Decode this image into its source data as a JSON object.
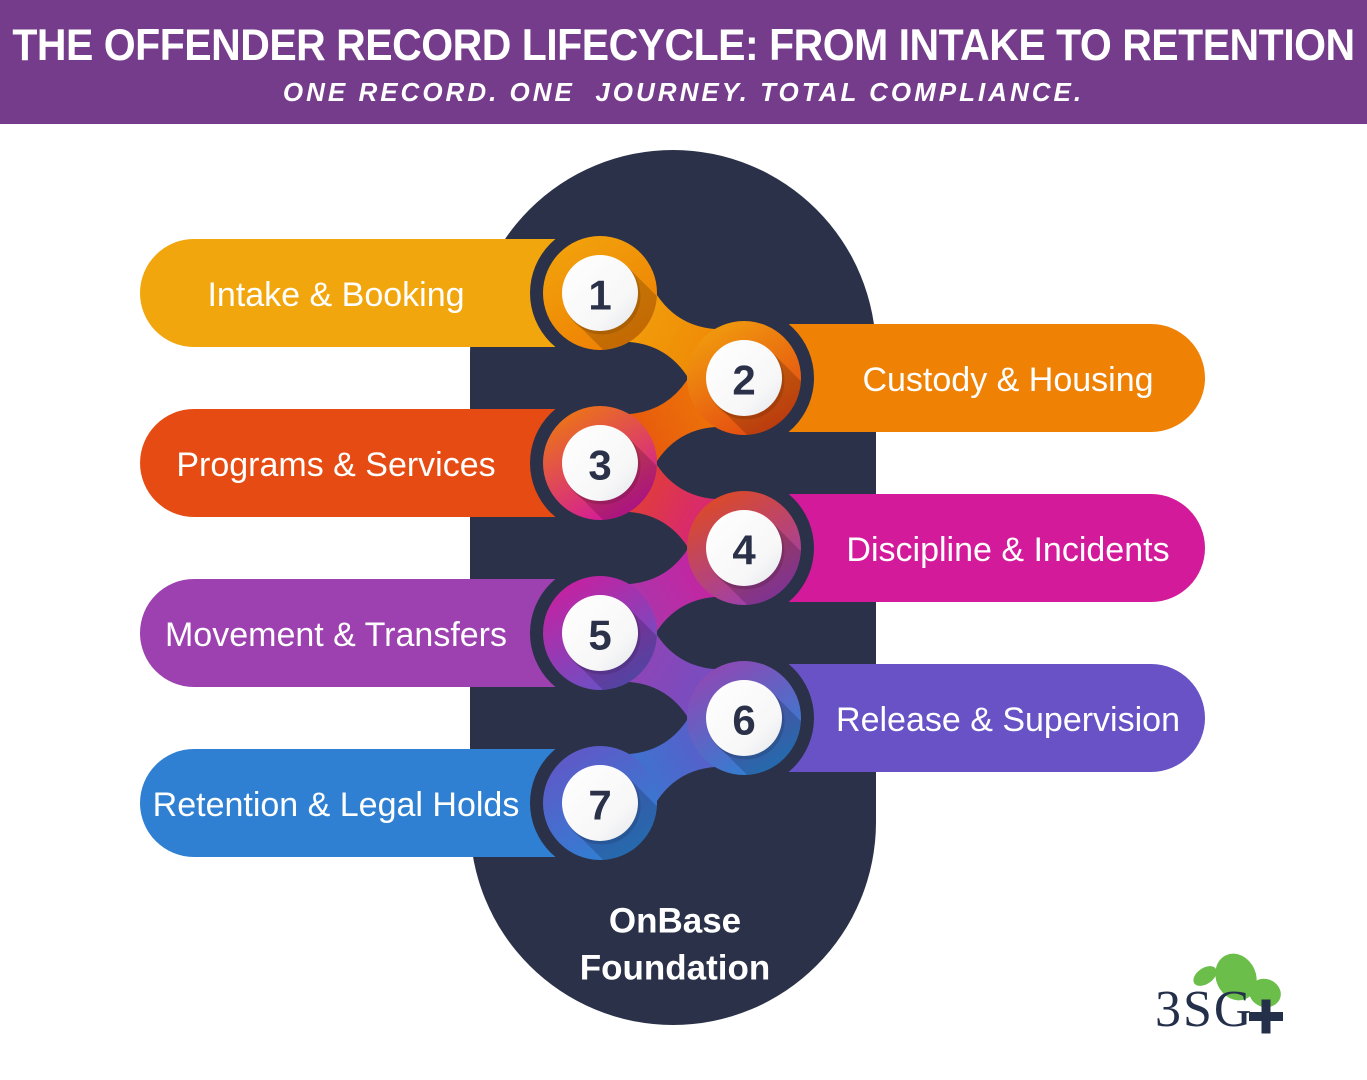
{
  "header": {
    "title": "THE OFFENDER RECORD LIFECYCLE: FROM INTAKE TO RETENTION",
    "subtitle": "ONE RECORD. ONE  JOURNEY. TOTAL COMPLIANCE.",
    "bg_color": "#753C8B",
    "text_color": "#FFFFFF"
  },
  "steps": [
    {
      "number": "1",
      "label": "Intake & Booking",
      "side": "left",
      "color": "#F2A60D"
    },
    {
      "number": "2",
      "label": "Custody & Housing",
      "side": "right",
      "color": "#EF8104"
    },
    {
      "number": "3",
      "label": "Programs & Services",
      "side": "left",
      "color": "#E54B12"
    },
    {
      "number": "4",
      "label": "Discipline & Incidents",
      "side": "right",
      "color": "#D31A9B"
    },
    {
      "number": "5",
      "label": "Movement & Transfers",
      "side": "left",
      "color": "#9D40B0"
    },
    {
      "number": "6",
      "label": "Release & Supervision",
      "side": "right",
      "color": "#6852C6"
    },
    {
      "number": "7",
      "label": "Retention & Legal Holds",
      "side": "left",
      "color": "#2F80D3"
    }
  ],
  "foundation": {
    "line1": "OnBase",
    "line2": "Foundation"
  },
  "logo": {
    "text": "3SG",
    "plus": "+",
    "text_color": "#24304A",
    "green": "#6CBE4B"
  },
  "colors": {
    "navy": "#2A3148",
    "label_text": "#FFFFFF",
    "circle_fill": "#FFFFFF",
    "number_text": "#2A3148",
    "background": "#FFFFFF"
  }
}
